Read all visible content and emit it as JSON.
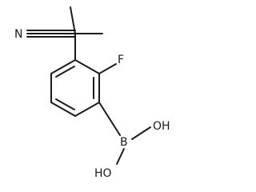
{
  "molecule": {
    "atoms": {
      "nitrile_nitrogen": "N",
      "fluorine": "F",
      "boron": "B",
      "hydroxyl_right": "OH",
      "hydroxyl_lower": "HO"
    }
  }
}
